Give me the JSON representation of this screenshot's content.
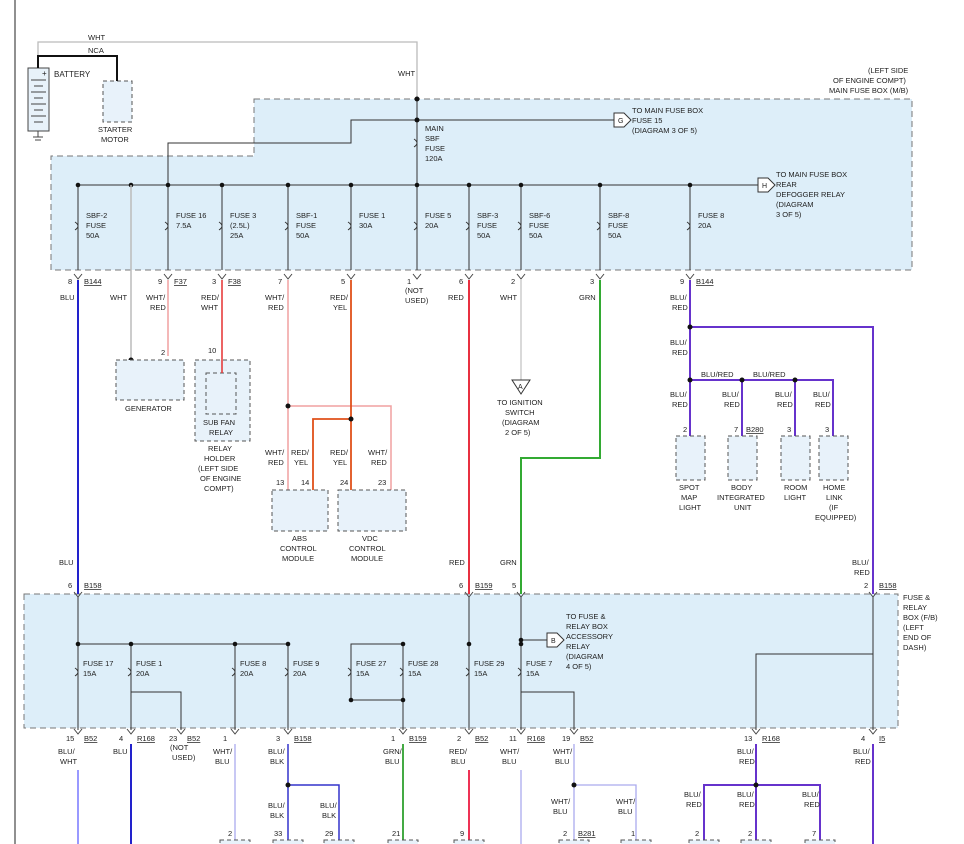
{
  "battery": {
    "label": "BATTERY",
    "plus": "+"
  },
  "starter": {
    "line1": "STARTER",
    "line2": "MOTOR"
  },
  "top_wires": {
    "wht": "WHT",
    "nca": "NCA",
    "wht2": "WHT"
  },
  "engine_box": {
    "line1": "(LEFT SIDE",
    "line2": "OF ENGINE COMPT)",
    "line3": "MAIN FUSE BOX (M/B)"
  },
  "main_sbf": {
    "line1": "MAIN",
    "line2": "SBF",
    "line3": "FUSE",
    "line4": "120A"
  },
  "conn_g": {
    "letter": "G",
    "line1": "TO MAIN FUSE BOX",
    "line2": "FUSE 15",
    "line3": "(DIAGRAM 3 OF 5)"
  },
  "conn_h": {
    "letter": "H",
    "line1": "TO MAIN FUSE BOX",
    "line2": "REAR",
    "line3": "DEFOGGER RELAY",
    "line4": "(DIAGRAM",
    "line5": "3 OF 5)"
  },
  "fuses_top": [
    {
      "l1": "SBF-2",
      "l2": "FUSE",
      "l3": "50A"
    },
    {
      "l1": "FUSE 16",
      "l2": "7.5A",
      "l3": ""
    },
    {
      "l1": "FUSE 3",
      "l2": "(2.5L)",
      "l3": "25A"
    },
    {
      "l1": "SBF-1",
      "l2": "FUSE",
      "l3": "50A"
    },
    {
      "l1": "FUSE 1",
      "l2": "30A",
      "l3": ""
    },
    {
      "l1": "FUSE 5",
      "l2": "20A",
      "l3": ""
    },
    {
      "l1": "SBF-3",
      "l2": "FUSE",
      "l3": "50A"
    },
    {
      "l1": "SBF-6",
      "l2": "FUSE",
      "l3": "50A"
    },
    {
      "l1": "SBF-8",
      "l2": "FUSE",
      "l3": "50A"
    },
    {
      "l1": "FUSE 8",
      "l2": "20A",
      "l3": ""
    }
  ],
  "pins_top": [
    {
      "pin": "8",
      "conn": "B144"
    },
    {
      "pin": "9",
      "conn": "F37"
    },
    {
      "pin": "3",
      "conn": "F38"
    },
    {
      "pin": "7",
      "conn": ""
    },
    {
      "pin": "5",
      "conn": ""
    },
    {
      "pin": "1",
      "conn": ""
    },
    {
      "pin": "6",
      "conn": ""
    },
    {
      "pin": "2",
      "conn": ""
    },
    {
      "pin": "3",
      "conn": ""
    },
    {
      "pin": "9",
      "conn": "B144"
    }
  ],
  "wire_labels_mid": {
    "blu": "BLU",
    "wht": "WHT",
    "wht_red": [
      "WHT/",
      "RED"
    ],
    "red_wht": [
      "RED/",
      "WHT"
    ],
    "wht_red2": [
      "WHT/",
      "RED"
    ],
    "red_yel": [
      "RED/",
      "YEL"
    ],
    "not_used": [
      "(NOT",
      "USED)"
    ],
    "red": "RED",
    "wht2": "WHT",
    "grn": "GRN",
    "blu_red": [
      "BLU/",
      "RED"
    ]
  },
  "generator": {
    "pin": "2",
    "label": "GENERATOR"
  },
  "relay_holder": {
    "pin": "10",
    "inner1": "SUB FAN",
    "inner2": "RELAY",
    "l1": "RELAY",
    "l2": "HOLDER",
    "l3": "(LEFT SIDE",
    "l4": "OF ENGINE",
    "l5": "COMPT)"
  },
  "ign_conn": {
    "letter": "A",
    "l1": "TO IGNITION",
    "l2": "SWITCH",
    "l3": "(DIAGRAM",
    "l4": "2 OF 5)"
  },
  "abs": {
    "w1": [
      "WHT/",
      "RED"
    ],
    "w2": [
      "RED/",
      "YEL"
    ],
    "p1": "13",
    "p2": "14",
    "l1": "ABS",
    "l2": "CONTROL",
    "l3": "MODULE"
  },
  "vdc": {
    "w1": [
      "RED/",
      "YEL"
    ],
    "w2": [
      "WHT/",
      "RED"
    ],
    "p1": "24",
    "p2": "23",
    "l1": "VDC",
    "l2": "CONTROL",
    "l3": "MODULE"
  },
  "blu_branch": {
    "blu_red": [
      "BLU/",
      "RED"
    ],
    "h1": "BLU/RED",
    "h2": "BLU/RED"
  },
  "spot_light": {
    "pin": "2",
    "l1": "SPOT",
    "l2": "MAP",
    "l3": "LIGHT"
  },
  "body_unit": {
    "pin": "7",
    "conn": "B280",
    "l1": "BODY",
    "l2": "INTEGRATED",
    "l3": "UNIT"
  },
  "room_light": {
    "pin": "3",
    "l1": "ROOM",
    "l2": "LIGHT"
  },
  "homelink": {
    "pin": "3",
    "l1": "HOME",
    "l2": "LINK",
    "l3": "(IF",
    "l4": "EQUIPPED)"
  },
  "lower_top_pins": [
    {
      "w": "BLU",
      "pin": "6",
      "conn": "B158"
    },
    {
      "w": "RED",
      "pin": "6",
      "conn": "B159"
    },
    {
      "w": "GRN",
      "pin": "5",
      "conn": ""
    },
    {
      "w": [
        "BLU/",
        "RED"
      ],
      "pin": "2",
      "conn": "B158"
    }
  ],
  "fr_box": {
    "l1": "FUSE &",
    "l2": "RELAY",
    "l3": "BOX (F/B)",
    "l4": "(LEFT",
    "l5": "END OF",
    "l6": "DASH)"
  },
  "conn_b": {
    "letter": "B",
    "l1": "TO FUSE &",
    "l2": "RELAY BOX",
    "l3": "ACCESSORY",
    "l4": "RELAY",
    "l5": "(DIAGRAM",
    "l6": "4 OF 5)"
  },
  "fuses_low": [
    {
      "l1": "FUSE 17",
      "l2": "15A"
    },
    {
      "l1": "FUSE 1",
      "l2": "20A"
    },
    {
      "l1": "FUSE 8",
      "l2": "20A"
    },
    {
      "l1": "FUSE 9",
      "l2": "20A"
    },
    {
      "l1": "FUSE 27",
      "l2": "15A"
    },
    {
      "l1": "FUSE 28",
      "l2": "15A"
    },
    {
      "l1": "FUSE 29",
      "l2": "15A"
    },
    {
      "l1": "FUSE 7",
      "l2": "15A"
    }
  ],
  "pins_low": [
    {
      "pin": "15",
      "conn": "B52"
    },
    {
      "pin": "4",
      "conn": "R168"
    },
    {
      "pin": "23",
      "conn": "B52"
    },
    {
      "pin": "1",
      "conn": ""
    },
    {
      "pin": "3",
      "conn": "B158"
    },
    {
      "pin": "1",
      "conn": "B159"
    },
    {
      "pin": "2",
      "conn": "B52"
    },
    {
      "pin": "11",
      "conn": "R168"
    },
    {
      "pin": "19",
      "conn": "B52"
    },
    {
      "pin": "13",
      "conn": "R168"
    },
    {
      "pin": "4",
      "conn": "I5"
    }
  ],
  "wire_labels_low": {
    "blu_wht": [
      "BLU/",
      "WHT"
    ],
    "blu": "BLU",
    "not_used": [
      "(NOT",
      "USED)"
    ],
    "wht_blu": [
      "WHT/",
      "BLU"
    ],
    "blu_blk": [
      "BLU/",
      "BLK"
    ],
    "grn_blu": [
      "GRN/",
      "BLU"
    ],
    "red_blu": [
      "RED/",
      "BLU"
    ],
    "wht_blu2": [
      "WHT/",
      "BLU"
    ],
    "wht_blu3": [
      "WHT/",
      "BLU"
    ],
    "blu_red": [
      "BLU/",
      "RED"
    ],
    "blu_red2": [
      "BLU/",
      "RED"
    ]
  },
  "bottom": {
    "blu_blk1": [
      "BLU/",
      "BLK"
    ],
    "blu_blk2": [
      "BLU/",
      "BLK"
    ],
    "wht_blu_a": [
      "WHT/",
      "BLU"
    ],
    "wht_blu_b": [
      "WHT/",
      "BLU"
    ],
    "blu_red_a": [
      "BLU/",
      "RED"
    ],
    "blu_red_b": [
      "BLU/",
      "RED"
    ],
    "blu_red_c": [
      "BLU/",
      "RED"
    ],
    "pins": [
      "2",
      "33",
      "29",
      "21",
      "9",
      "2",
      "1",
      "2",
      "2",
      "7"
    ],
    "conn_b281": "B281"
  }
}
